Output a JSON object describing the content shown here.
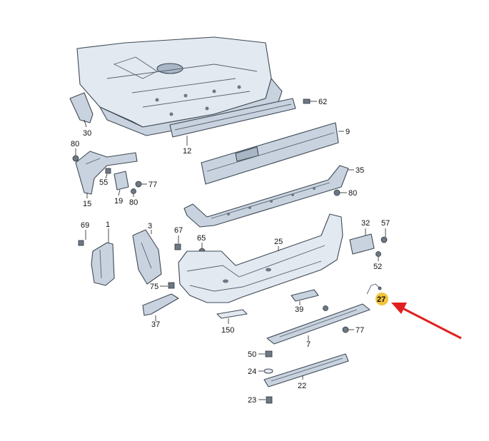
{
  "colors": {
    "part_fill": "#c9d3df",
    "part_outline": "#3e4a56",
    "highlight_circle": "#f2c43b",
    "arrow": "#e02020"
  },
  "labels": {
    "l62": "62",
    "l30": "30",
    "l12": "12",
    "l9": "9",
    "l35": "35",
    "l80a": "80",
    "l80b": "80",
    "l80c": "80",
    "l55": "55",
    "l77a": "77",
    "l19": "19",
    "l15": "15",
    "l69": "69",
    "l1": "1",
    "l3": "3",
    "l67": "67",
    "l65": "65",
    "l25": "25",
    "l32": "32",
    "l57": "57",
    "l52": "52",
    "l27": "27",
    "l75": "75",
    "l37": "37",
    "l150": "150",
    "l39": "39",
    "l77b": "77",
    "l7": "7",
    "l50": "50",
    "l24": "24",
    "l22": "22",
    "l23": "23"
  }
}
